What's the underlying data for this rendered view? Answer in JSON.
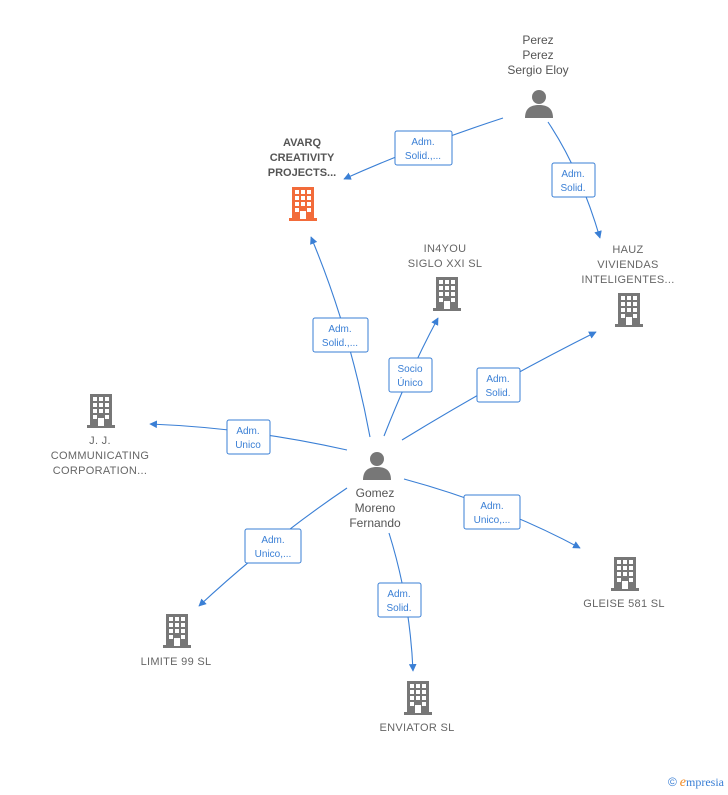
{
  "colors": {
    "edge": "#3a7fd5",
    "building": "#777777",
    "building_highlight": "#f26b3a",
    "person": "#777777"
  },
  "nodes": {
    "perez": {
      "label": [
        "Perez",
        "Perez",
        "Sergio Eloy"
      ],
      "icon": "person-icon"
    },
    "gomez": {
      "label": [
        "Gomez",
        "Moreno",
        "Fernando"
      ],
      "icon": "person-icon"
    },
    "avarq": {
      "label": [
        "AVARQ",
        "CREATIVITY",
        "PROJECTS..."
      ],
      "icon": "building-icon"
    },
    "in4you": {
      "label": [
        "IN4YOU",
        "SIGLO XXI  SL"
      ],
      "icon": "building-icon"
    },
    "hauz": {
      "label": [
        "HAUZ",
        "VIVIENDAS",
        "INTELIGENTES..."
      ],
      "icon": "building-icon"
    },
    "jj": {
      "label": [
        "J.  J.",
        "COMMUNICATING",
        "CORPORATION..."
      ],
      "icon": "building-icon"
    },
    "gleise": {
      "label": [
        "GLEISE 581  SL"
      ],
      "icon": "building-icon"
    },
    "limite": {
      "label": [
        "LIMITE 99 SL"
      ],
      "icon": "building-icon"
    },
    "enviator": {
      "label": [
        "ENVIATOR  SL"
      ],
      "icon": "building-icon"
    }
  },
  "relations": {
    "perez_avarq": [
      "Adm.",
      "Solid.,..."
    ],
    "perez_hauz": [
      "Adm.",
      "Solid."
    ],
    "gomez_avarq": [
      "Adm.",
      "Solid.,..."
    ],
    "gomez_in4you": [
      "Socio",
      "Único"
    ],
    "gomez_hauz": [
      "Adm.",
      "Solid."
    ],
    "gomez_jj": [
      "Adm.",
      "Unico"
    ],
    "gomez_gleise": [
      "Adm.",
      "Unico,..."
    ],
    "gomez_limite": [
      "Adm.",
      "Unico,..."
    ],
    "gomez_enviator": [
      "Adm.",
      "Solid."
    ]
  },
  "footer": {
    "copyright": "©",
    "brand_initial": "e",
    "brand_rest": "mpresia"
  }
}
